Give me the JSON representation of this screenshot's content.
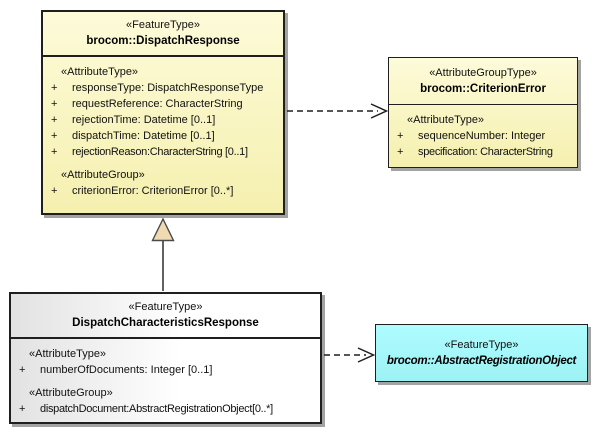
{
  "diagram": {
    "kind": "uml-class-diagram",
    "classes": [
      {
        "stereotype": "«FeatureType»",
        "name": "brocom::DispatchResponse",
        "sections": [
          {
            "header": "«AttributeType»",
            "attrs": [
              {
                "vis": "+",
                "text": "responseType: DispatchResponseType"
              },
              {
                "vis": "+",
                "text": "requestReference: CharacterString"
              },
              {
                "vis": "+",
                "text": "rejectionTime: Datetime [0..1]"
              },
              {
                "vis": "+",
                "text": "dispatchTime: Datetime [0..1]"
              },
              {
                "vis": "+",
                "text": "rejectionReason:CharacterString [0..1]"
              }
            ]
          },
          {
            "header": "«AttributeGroup»",
            "attrs": [
              {
                "vis": "+",
                "text": "criterionError: CriterionError [0..*]"
              }
            ]
          }
        ]
      },
      {
        "stereotype": "«AttributeGroupType»",
        "name": "brocom::CriterionError",
        "sections": [
          {
            "header": "«AttributeType»",
            "attrs": [
              {
                "vis": "+",
                "text": "sequenceNumber: Integer"
              },
              {
                "vis": "+",
                "text": "specification: CharacterString"
              }
            ]
          }
        ]
      },
      {
        "stereotype": "«FeatureType»",
        "name": "DispatchCharacteristicsResponse",
        "sections": [
          {
            "header": "«AttributeType»",
            "attrs": [
              {
                "vis": "+",
                "text": "numberOfDocuments: Integer [0..1]"
              }
            ]
          },
          {
            "header": "«AttributeGroup»",
            "attrs": [
              {
                "vis": "+",
                "text": "dispatchDocument:AbstractRegistrationObject[0..*]"
              }
            ]
          }
        ]
      },
      {
        "stereotype": "«FeatureType»",
        "name": "brocom::AbstractRegistrationObject",
        "abstract": true,
        "sections": []
      }
    ],
    "relationships": [
      {
        "type": "generalization",
        "from": "DispatchCharacteristicsResponse",
        "to": "brocom::DispatchResponse"
      },
      {
        "type": "dependency",
        "from": "brocom::DispatchResponse",
        "to": "brocom::CriterionError"
      },
      {
        "type": "dependency",
        "from": "DispatchCharacteristicsResponse",
        "to": "brocom::AbstractRegistrationObject"
      }
    ],
    "colors": {
      "class_fill_top": "#fdfbd9",
      "class_fill_bottom": "#f5f0af",
      "neutral_fill_left": "#e2e2e2",
      "neutral_fill_right": "#ffffff",
      "abstract_fill": "#a6f8fa",
      "generalization_arrow_fill": "#f0dab1",
      "line_color": "#1f1f1f",
      "shadow_color": "#a3a3a3"
    }
  }
}
